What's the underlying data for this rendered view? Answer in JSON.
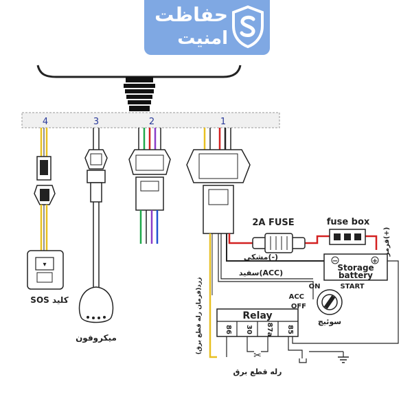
{
  "logo": {
    "line1": "حفاظت",
    "line2": "امنیت",
    "brand_color": "#7fa8e3",
    "icon": "shield-s-icon"
  },
  "connectors": [
    {
      "number": "4"
    },
    {
      "number": "3"
    },
    {
      "number": "2"
    },
    {
      "number": "1"
    }
  ],
  "labels": {
    "fuse": "2A FUSE",
    "fuse_box": "fuse box",
    "red_wire": "قرمز(+)",
    "black_wire": "مشکی(-)",
    "white_wire": "سفید(ACC)",
    "yellow_wire": "زرد(فرمان رله قطع برق)",
    "battery_line1": "Storage",
    "battery_line2": "battery",
    "battery_minus": "−",
    "battery_plus": "+",
    "switch_on": "ON",
    "switch_start": "START",
    "switch_acc": "ACC",
    "switch_off": "OFF",
    "switch_name": "سوئیچ",
    "relay": "Relay",
    "relay_pins": [
      "86",
      "30",
      "87a",
      "85"
    ],
    "relay_caption": "رله قطع برق",
    "sos": "SOS کلید",
    "microphone": "میکروفون"
  },
  "colors": {
    "line": "#222222",
    "label_blue": "#2a3a9a",
    "red": "#d32020",
    "yellow": "#e8c020",
    "green": "#1ea84a",
    "purple": "#8a3cc8",
    "blue": "#2050d0"
  }
}
